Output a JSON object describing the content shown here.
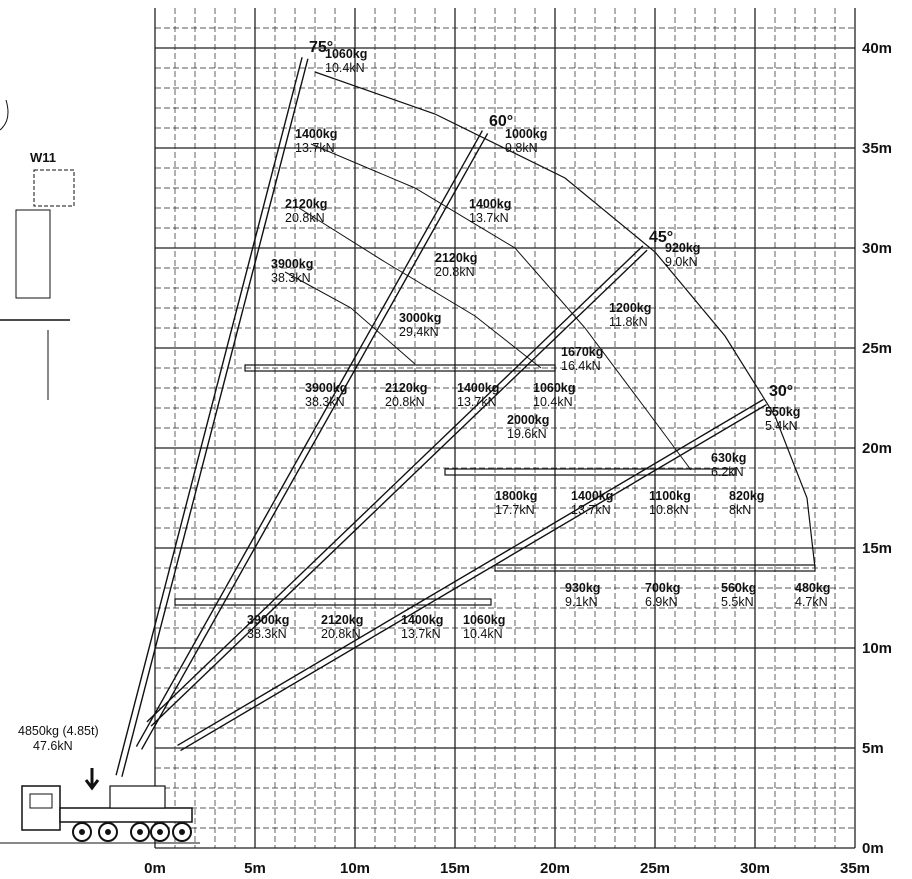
{
  "model": "W11",
  "truck": {
    "weight_kg": "4850kg (4.85t)",
    "weight_kn": "47.6kN"
  },
  "axes": {
    "x_unit": "m",
    "y_unit": "m",
    "x_ticks": [
      "0m",
      "5m",
      "10m",
      "15m",
      "20m",
      "25m",
      "30m",
      "35m"
    ],
    "y_ticks": [
      "0m",
      "5m",
      "10m",
      "15m",
      "20m",
      "25m",
      "30m",
      "35m",
      "40m"
    ],
    "x_range": [
      0,
      35
    ],
    "y_range": [
      0,
      40
    ],
    "grid": true
  },
  "chart_data": {
    "type": "scatter",
    "x_label": "",
    "y_label": "",
    "boom_angles": [
      {
        "angle": "75°",
        "tip": [
          7.5,
          39.5
        ]
      },
      {
        "angle": "60°",
        "tip": [
          16.5,
          35.8
        ]
      },
      {
        "angle": "45°",
        "tip": [
          24.5,
          30.0
        ]
      },
      {
        "angle": "30°",
        "tip": [
          30.5,
          22.3
        ]
      }
    ],
    "jib_levels": [
      {
        "height": 24.0,
        "x_range": [
          4.5,
          20
        ]
      },
      {
        "height": 18.8,
        "x_range": [
          14.5,
          29
        ]
      },
      {
        "height": 14.0,
        "x_range": [
          17.0,
          33
        ]
      },
      {
        "height": 12.3,
        "x_range": [
          1.0,
          16.8
        ]
      }
    ],
    "loads": [
      {
        "kg": "1060kg",
        "kn": "10.4kN",
        "x": 8.5,
        "y": 39.5
      },
      {
        "kg": "1400kg",
        "kn": "13.7kN",
        "x": 7.0,
        "y": 35.5
      },
      {
        "kg": "2120kg",
        "kn": "20.8kN",
        "x": 6.5,
        "y": 32.0
      },
      {
        "kg": "3900kg",
        "kn": "38.3kN",
        "x": 5.8,
        "y": 29.0
      },
      {
        "kg": "1000kg",
        "kn": "9.8kN",
        "x": 17.5,
        "y": 35.5
      },
      {
        "kg": "1400kg",
        "kn": "13.7kN",
        "x": 15.7,
        "y": 32.0
      },
      {
        "kg": "2120kg",
        "kn": "20.8kN",
        "x": 14.0,
        "y": 29.3
      },
      {
        "kg": "3000kg",
        "kn": "29.4kN",
        "x": 12.2,
        "y": 26.3
      },
      {
        "kg": "920kg",
        "kn": "9.0kN",
        "x": 25.5,
        "y": 29.8
      },
      {
        "kg": "1200kg",
        "kn": "11.8kN",
        "x": 22.7,
        "y": 26.8
      },
      {
        "kg": "1670kg",
        "kn": "16.4kN",
        "x": 20.3,
        "y": 24.6
      },
      {
        "kg": "2000kg",
        "kn": "19.6kN",
        "x": 17.6,
        "y": 21.2
      },
      {
        "kg": "550kg",
        "kn": "5.4kN",
        "x": 30.5,
        "y": 21.6
      },
      {
        "kg": "630kg",
        "kn": "6.2kN",
        "x": 27.8,
        "y": 19.3
      },
      {
        "kg": "3900kg",
        "kn": "38.3kN",
        "x": 7.5,
        "y": 22.8
      },
      {
        "kg": "2120kg",
        "kn": "20.8kN",
        "x": 11.5,
        "y": 22.8
      },
      {
        "kg": "1400kg",
        "kn": "13.7kN",
        "x": 15.1,
        "y": 22.8
      },
      {
        "kg": "1060kg",
        "kn": "10.4kN",
        "x": 18.9,
        "y": 22.8
      },
      {
        "kg": "1800kg",
        "kn": "17.7kN",
        "x": 17.0,
        "y": 17.4
      },
      {
        "kg": "1400kg",
        "kn": "13.7kN",
        "x": 20.8,
        "y": 17.4
      },
      {
        "kg": "1100kg",
        "kn": "10.8kN",
        "x": 24.7,
        "y": 17.4
      },
      {
        "kg": "820kg",
        "kn": "8kN",
        "x": 28.7,
        "y": 17.4
      },
      {
        "kg": "930kg",
        "kn": "9.1kN",
        "x": 20.5,
        "y": 12.8
      },
      {
        "kg": "700kg",
        "kn": "6.9kN",
        "x": 24.5,
        "y": 12.8
      },
      {
        "kg": "560kg",
        "kn": "5.5kN",
        "x": 28.3,
        "y": 12.8
      },
      {
        "kg": "480kg",
        "kn": "4.7kN",
        "x": 32.0,
        "y": 12.8
      },
      {
        "kg": "3900kg",
        "kn": "38.3kN",
        "x": 4.6,
        "y": 11.2
      },
      {
        "kg": "2120kg",
        "kn": "20.8kN",
        "x": 8.3,
        "y": 11.2
      },
      {
        "kg": "1400kg",
        "kn": "13.7kN",
        "x": 12.3,
        "y": 11.2
      },
      {
        "kg": "1060kg",
        "kn": "10.4kN",
        "x": 15.4,
        "y": 11.2
      }
    ]
  }
}
